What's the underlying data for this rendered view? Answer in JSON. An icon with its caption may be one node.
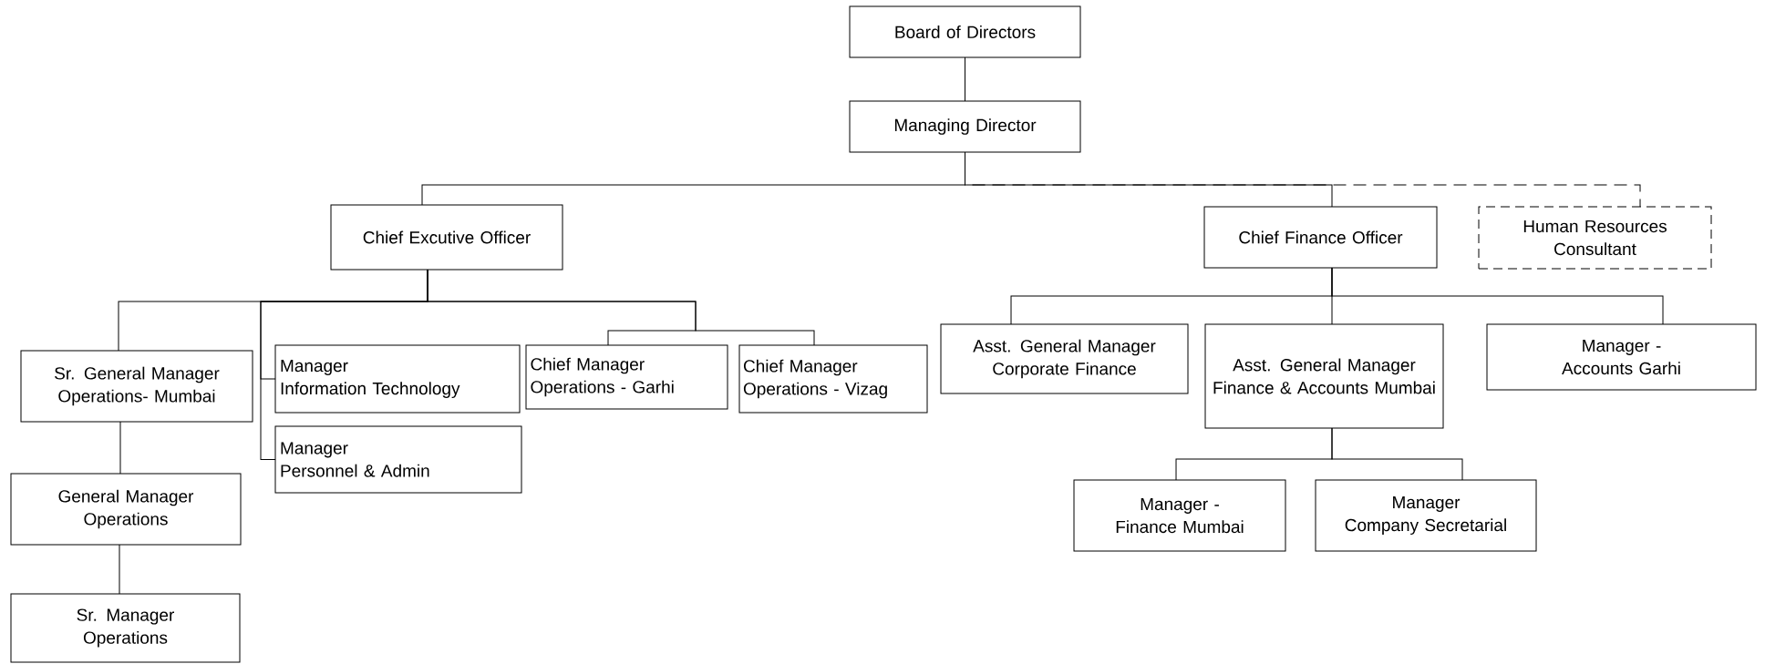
{
  "diagram": {
    "nodes": [
      {
        "text": [
          "Board of Directors"
        ]
      },
      {
        "text": [
          "Managing Director"
        ]
      },
      {
        "text": [
          "Chief  Excutive Officer"
        ]
      },
      {
        "text": [
          "Chief Finance Officer"
        ]
      },
      {
        "text": [
          "Human Resources Consultant"
        ]
      },
      {
        "text": [
          "Sr. General Manager Operations- Mumbai"
        ]
      },
      {
        "text": [
          "Manager",
          "Information Technology"
        ]
      },
      {
        "text": [
          "Manager",
          "Personnel & Admin"
        ]
      },
      {
        "text": [
          "Chief Manager",
          "Operations - Garhi"
        ]
      },
      {
        "text": [
          "Chief Manager",
          "Operations - Vizag"
        ]
      },
      {
        "text": [
          "General Manager Operations"
        ]
      },
      {
        "text": [
          "Sr.  Manager Operations"
        ]
      },
      {
        "text": [
          "Asst.  General Manager Corporate Finance"
        ]
      },
      {
        "text": [
          "Asst.  General Manager Finance & Accounts Mumbai"
        ]
      },
      {
        "text": [
          "Manager - Accounts Garhi"
        ]
      },
      {
        "text": [
          "Manager - Finance Mumbai"
        ]
      },
      {
        "text": [
          "Manager",
          "Company Secretarial"
        ]
      }
    ],
    "edges": [
      {
        "from": 0,
        "to": 1,
        "arrow": "none"
      },
      {
        "from": 1,
        "to": 2,
        "arrow": "none"
      },
      {
        "from": 1,
        "to": 3,
        "arrow": "none"
      },
      {
        "from": 1,
        "to": 4,
        "arrow": "none",
        "style": "dashed"
      },
      {
        "from": 2,
        "to": 5,
        "arrow": "none"
      },
      {
        "from": 2,
        "to": 6,
        "arrow": "none"
      },
      {
        "from": 2,
        "to": 7,
        "arrow": "none"
      },
      {
        "from": 2,
        "to": 8,
        "arrow": "none"
      },
      {
        "from": 2,
        "to": 9,
        "arrow": "none"
      },
      {
        "from": 5,
        "to": 10,
        "arrow": "none"
      },
      {
        "from": 10,
        "to": 11,
        "arrow": "none"
      },
      {
        "from": 3,
        "to": 12,
        "arrow": "none"
      },
      {
        "from": 3,
        "to": 13,
        "arrow": "none"
      },
      {
        "from": 3,
        "to": 14,
        "arrow": "none"
      },
      {
        "from": 13,
        "to": 15,
        "arrow": "none"
      },
      {
        "from": 13,
        "to": 16,
        "arrow": "none"
      }
    ]
  }
}
